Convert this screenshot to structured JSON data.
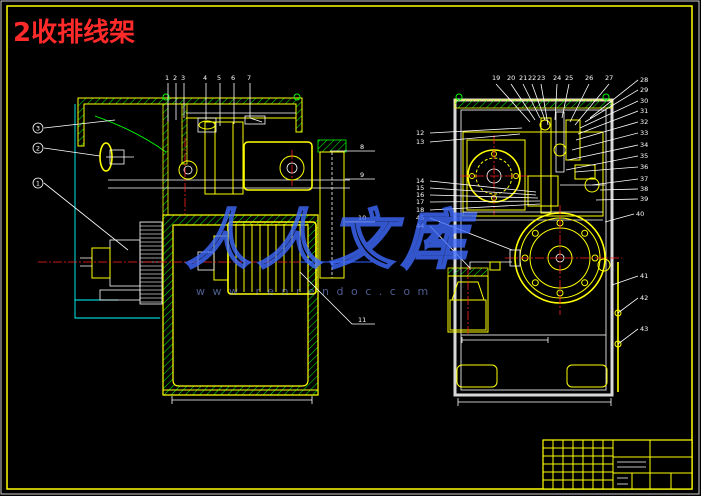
{
  "title": "2收排线架",
  "watermark": {
    "logo_text": "人人文库",
    "url": "www.renrendoc.com"
  },
  "colors": {
    "background": "#000000",
    "frame": "#ffff00",
    "outline": "#ffff00",
    "hatch": "#00ff00",
    "leader": "#ffffff",
    "centerline": "#ff2020",
    "construction": "#00ffff",
    "title": "#ff2a2a",
    "watermark": "#3f6bff"
  },
  "left_view": {
    "circled_labels": [
      "3",
      "2",
      "1"
    ],
    "top_labels": [
      "1",
      "2",
      "3",
      "4",
      "5",
      "6",
      "7"
    ],
    "side_labels": [
      "8",
      "9",
      "10",
      "11"
    ]
  },
  "right_view": {
    "top_labels": [
      "19",
      "20",
      "21",
      "22",
      "23",
      "24",
      "25",
      "26",
      "27"
    ],
    "left_labels": [
      "12",
      "13",
      "14",
      "15",
      "16",
      "17",
      "18",
      "45",
      "44"
    ],
    "right_labels": [
      "28",
      "29",
      "30",
      "31",
      "32",
      "33",
      "34",
      "35",
      "36",
      "37",
      "38",
      "39",
      "40"
    ],
    "lower_labels": [
      "41",
      "42",
      "43"
    ]
  }
}
